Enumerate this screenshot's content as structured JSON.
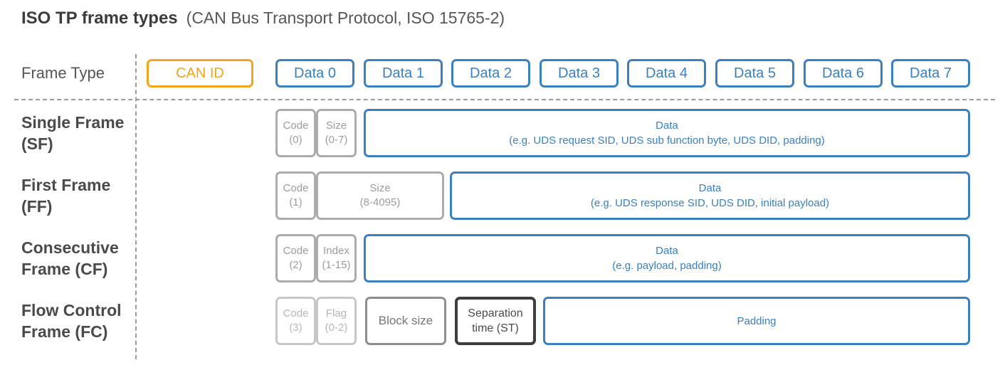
{
  "title": {
    "main": "ISO TP frame types",
    "subtitle": "(CAN Bus Transport Protocol, ISO 15765-2)"
  },
  "header": {
    "frame_type_label": "Frame Type",
    "can_id_label": "CAN ID",
    "data_labels": [
      "Data 0",
      "Data 1",
      "Data 2",
      "Data 3",
      "Data 4",
      "Data 5",
      "Data 6",
      "Data 7"
    ]
  },
  "rows": [
    {
      "label": "Single Frame (SF)",
      "cells": {
        "code": "Code\n(0)",
        "size": "Size\n(0-7)",
        "data": "Data\n(e.g. UDS request SID, UDS sub function byte, UDS DID, padding)"
      }
    },
    {
      "label": "First Frame (FF)",
      "cells": {
        "code": "Code\n(1)",
        "size": "Size\n(8-4095)",
        "data": "Data\n(e.g. UDS response SID, UDS DID, initial payload)"
      }
    },
    {
      "label": "Consecutive Frame (CF)",
      "cells": {
        "code": "Code\n(2)",
        "index": "Index\n(1-15)",
        "data": "Data\n(e.g. payload, padding)"
      }
    },
    {
      "label": "Flow Control Frame (FC)",
      "cells": {
        "code": "Code\n(3)",
        "flag": "Flag\n(0-2)",
        "block_size": "Block size",
        "separation_time": "Separation\ntime (ST)",
        "padding": "Padding"
      }
    }
  ],
  "colors": {
    "accent-orange": "#F2A41E",
    "accent-blue": "#3A80C0",
    "gray-border": "#ACACAC",
    "gray-text": "#9C9C9C",
    "lightgray-border": "#C7C7C7",
    "lightgray-text": "#B6B6B6",
    "midgray-border": "#8E8E8E",
    "midgray-text": "#757575",
    "dark-border": "#3E3E3E",
    "dark-text": "#4A4A4A",
    "label-color": "#4A4A4A",
    "dash-color": "#9B9B9B"
  }
}
